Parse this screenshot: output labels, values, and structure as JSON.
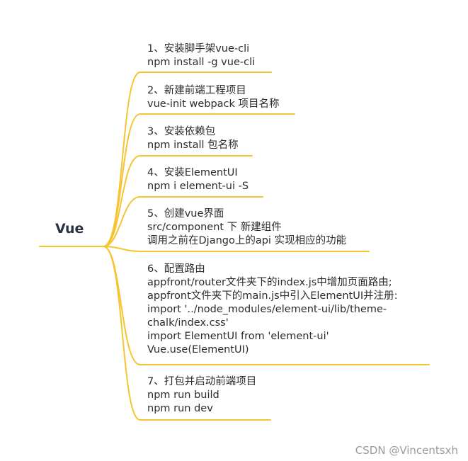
{
  "root": {
    "label": "Vue"
  },
  "branch_color": "#f5c531",
  "nodes": [
    {
      "lines": [
        "1、安装脚手架vue-cli",
        "npm install -g vue-cli"
      ]
    },
    {
      "lines": [
        "2、新建前端工程项目",
        "vue-init webpack 项目名称"
      ]
    },
    {
      "lines": [
        "3、安装依赖包",
        "npm install 包名称"
      ]
    },
    {
      "lines": [
        "4、安装ElementUI",
        "npm i element-ui -S"
      ]
    },
    {
      "lines": [
        "5、创建vue界面",
        "src/component 下 新建组件",
        "调用之前在Django上的api 实现相应的功能"
      ]
    },
    {
      "lines": [
        "6、配置路由",
        "appfront/router文件夹下的index.js中增加页面路由;",
        "appfront文件夹下的main.js中引入ElementUI并注册:",
        "import '../node_modules/element-ui/lib/theme-",
        "chalk/index.css'",
        "import ElementUI from 'element-ui'",
        "Vue.use(ElementUI)"
      ]
    },
    {
      "lines": [
        "7、打包并启动前端项目",
        "npm run build",
        "npm run dev"
      ]
    }
  ],
  "watermark": "CSDN @Vincentsxh"
}
